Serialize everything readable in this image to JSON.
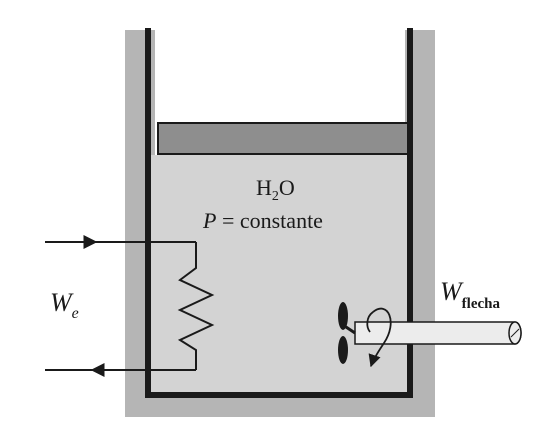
{
  "labels": {
    "substance_main": "H",
    "substance_sub": "2",
    "substance_tail": "O",
    "pressure_symbol": "P",
    "pressure_rest": " = constante",
    "electric_work_main": "W",
    "electric_work_sub": "e",
    "shaft_work_main": "W",
    "shaft_work_sub": "flecha"
  },
  "colors": {
    "outer_wall": "#b5b5b5",
    "fluid": "#d3d3d3",
    "piston": "#8e8e8e",
    "shaft": "#ececec",
    "line": "#1a1a1a"
  }
}
